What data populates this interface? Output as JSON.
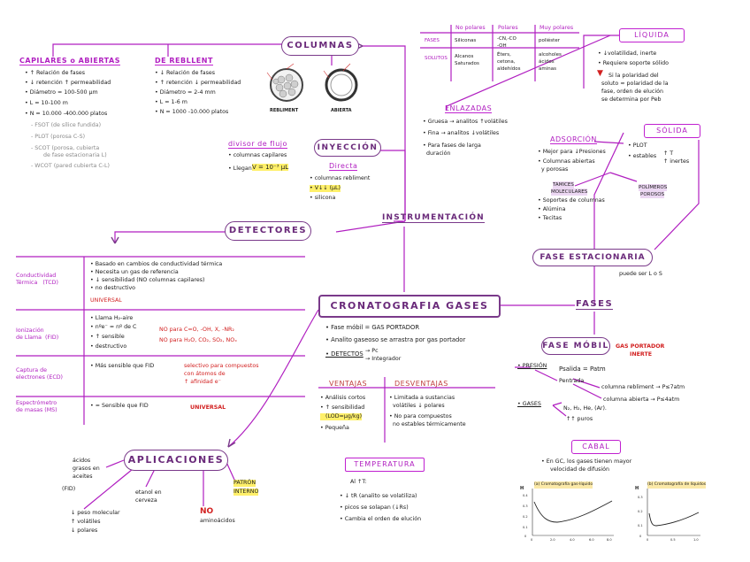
{
  "central": {
    "title": "CRONATOGRAFIA GASES"
  },
  "central_list": {
    "items": [
      "• Fase móbil = GAS PORTADOR",
      "• Analito gaseoso se arrastra por gas portador"
    ],
    "detectors_line": "• DETECTOS",
    "pc": "→ Pc",
    "integrador": "→ Integrador"
  },
  "columnas": {
    "title": "COLUMNAS",
    "capilares": {
      "title": "CAPILARES o ABIERTAS",
      "items": [
        "• ↑ Relación de fases",
        "• ↓ retención ↑ permeabilidad",
        "• Diámetro = 100-500 μm",
        "• L = 10-100 m",
        "• N = 10.000 -400.000 platos"
      ],
      "gray_items": [
        "- FSOT (de sílice fundida)",
        "- PLOT (porosa C-S)",
        "- SCOT (porosa, cubierta",
        "       de fase estacionaria L)",
        "- WCOT (pared cubierta C-L)"
      ]
    },
    "relleno": {
      "title": "DE REBLLENT",
      "items": [
        "• ↓ Relación de fases",
        "• ↑ retención ↓ permeabilidad",
        "• Diámetro = 2-4 mm",
        "• L = 1-6 m",
        "• N = 1000 -10.000 platos"
      ]
    },
    "fig_labels": [
      "REBLIMENT",
      "ABIERTA"
    ]
  },
  "inyeccion": {
    "title": "INYECCIÓN",
    "divisor": "divisor de flujo",
    "divisor_items": [
      "• columnas capilares",
      "• Llegan"
    ],
    "divisor_value": "V = 10⁻³ μL",
    "directa": "Directa",
    "directa_items": [
      "• columnas rebliment",
      "• silicona"
    ],
    "directa_value": "• V↓↓ (μL)"
  },
  "instrumentacion": {
    "title": "INSTRUMENTACIÓN"
  },
  "detectores": {
    "title": "DETECTORES",
    "rows": [
      {
        "name": [
          "Conductividad",
          "Térmica   (TCD)"
        ],
        "items": [
          "• Basado en cambios de conductividad térmica",
          "• Necesita un gas de referencia",
          "• ↓ sensibilidad (NO columnas capilares)",
          "• no destructivo"
        ],
        "tag": "UNIVERSAL"
      },
      {
        "name": [
          "Ionización",
          "de Llama  (FID)"
        ],
        "items": [
          "• Llama H₂-aire",
          "• nºe⁻ = nº de C",
          "• ↑ sensible",
          "• destructivo"
        ],
        "tag": "NO para C=O, -OH, X, -NR₂",
        "tag2": "NO para H₂O, CO₂, SO₂, NOₓ"
      },
      {
        "name": [
          "Captura de",
          "electrones (ECD)"
        ],
        "items": [
          "• Más sensible que FID"
        ],
        "tag": "selectivo para compuestos",
        "tag2": "con átomos de",
        "tag3": "↑ afinidad e⁻"
      },
      {
        "name": [
          "Espectrómetro",
          "de masas (MS)"
        ],
        "items": [
          "• = Sensible que FID"
        ],
        "tag": "UNIVERSAL"
      }
    ]
  },
  "aplicaciones": {
    "title": "APLICACIONES",
    "items": [
      "ácidos",
      "grasos en",
      "aceites",
      "(FID)",
      "etanol en",
      "cerveza"
    ],
    "patron": "PATRÓN",
    "interno": "INTERNO",
    "no": "NO",
    "amino": "aminoácidos",
    "bottom": [
      "↓ peso molecular",
      "↑ volátiles",
      "↓ polares"
    ]
  },
  "ventajas": {
    "v_title": "VENTAJAS",
    "d_title": "DESVENTAJAS",
    "v_items": [
      "• Análisis cortos",
      "• ↑ sensibilidad",
      "   (LOD=μg/kg)",
      "• Pequeña"
    ],
    "d_items": [
      "• Limitada a sustancias",
      "  volátiles ↓ polares",
      "• No para compuestos",
      "  no estables térmicamente"
    ]
  },
  "temperatura": {
    "title": "TEMPERATURA",
    "subtitle": "Al ↑T:",
    "items": [
      "• ↓ tR (analito se volatiliza)",
      "• picos se solapan (↓Rs)",
      "• Cambia el orden de elución"
    ]
  },
  "fases": {
    "title": "FASES"
  },
  "fase_movil": {
    "title": "FASE MÓBIL",
    "subtitle": "GAS PORTADOR",
    "subtitle2": "INERTE",
    "presion": "• PRESIÓN",
    "salida": "Psalida = Patm",
    "entrada": "Pentrada",
    "col_rell": "columna rebliment → P≤7atm",
    "col_ab": "columna abierta → P≤4atm",
    "gases": "• GASES",
    "gases_list": "N₂, H₂, He, (Ar).",
    "puros": "↑↑ puros"
  },
  "caudal": {
    "title": "CABAL",
    "text": [
      "• En GC, los gases tienen mayor",
      "velocidad de difusión"
    ],
    "chart1": {
      "title": "(a) Cromatografía gas-líquido",
      "ylabel": "H",
      "yticks": [
        "0.4",
        "0.3",
        "0.2",
        "0.1",
        "0"
      ],
      "xticks": [
        "0",
        "2.0",
        "4.0",
        "6.0",
        "8.0"
      ]
    },
    "chart2": {
      "title": "(b) Cromatografía de líquidos",
      "ylabel": "H",
      "yticks": [
        "0.3",
        "0.2",
        "0.1",
        "0"
      ],
      "xticks": [
        "0",
        "0.5",
        "1.0"
      ]
    }
  },
  "fase_estacionaria": {
    "title": "FASE ESTACIONARIA",
    "note": "puede ser L o S"
  },
  "liquida": {
    "title": "LÍQUIDA",
    "items": [
      "• ↓volatilidad, inerte",
      "• Requiere soporte sólido"
    ],
    "note": [
      "Si la polaridad del",
      "soluto ≈ polaridad de la",
      "fase, orden de elución",
      "se determina por Peb"
    ],
    "table": {
      "headers": [
        "",
        "No polares",
        "Polares",
        "Muy polares"
      ],
      "rows": [
        [
          "FASES",
          "Siliconas",
          "-CN,-CO\n-OH",
          "poliéster"
        ],
        [
          "SOLUTOS",
          "Alcanos\nSaturados",
          "Éters,\ncetona,\naldehídos",
          "alcoholes\nácidos\naminas"
        ]
      ]
    }
  },
  "enlazadas": {
    "title": "ENLAZADAS",
    "items": [
      "• Gruesa → analitos ↑volátiles",
      "• Fina → analitos ↓volátiles",
      "• Para fases de larga",
      "  duración"
    ]
  },
  "solida": {
    "title": "SÓLIDA",
    "adsorcion": "ADSORCIÓN",
    "items": [
      "• Mejor para ↓Presiones",
      "• Columnas abiertas",
      "  y porosas"
    ],
    "tamices": [
      "TAMICES",
      "MOLECULARES"
    ],
    "polimeros": [
      "POLÍMEROS",
      "POROSOS"
    ],
    "plot": "• PLOT",
    "estables": "• estables",
    "t_up": "↑ T",
    "inertes": "↑ inertes",
    "soportes": [
      "• Soportes de columnas",
      "• Alúmina",
      "• Tecitas"
    ]
  }
}
